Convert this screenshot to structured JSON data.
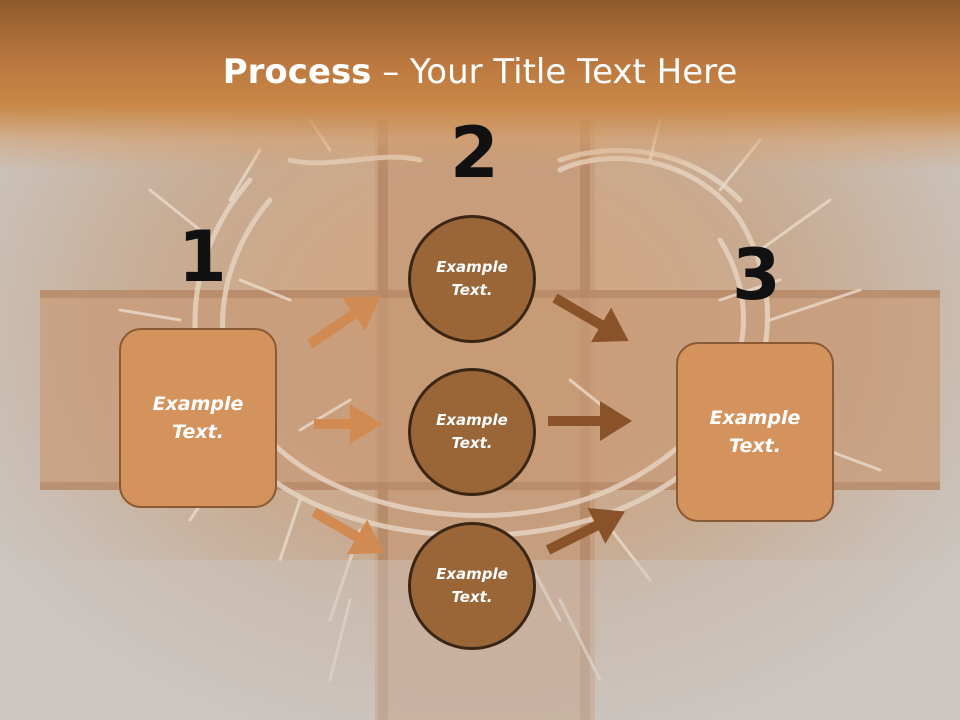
{
  "title": {
    "bold": "Process",
    "rest": " – Your Title Text Here"
  },
  "steps": [
    {
      "number": "1",
      "label_line1": "Example",
      "label_line2": "Text."
    },
    {
      "number": "2"
    },
    {
      "number": "3",
      "label_line1": "Example",
      "label_line2": "Text."
    }
  ],
  "circles": [
    {
      "line1": "Example",
      "line2": "Text."
    },
    {
      "line1": "Example",
      "line2": "Text."
    },
    {
      "line1": "Example",
      "line2": "Text."
    }
  ],
  "colors": {
    "title_band": "#c98847",
    "box_fill": "#d4925d",
    "circle_fill": "#9a6638",
    "arrow_left": "#d08a52",
    "arrow_right": "#8a5228"
  }
}
